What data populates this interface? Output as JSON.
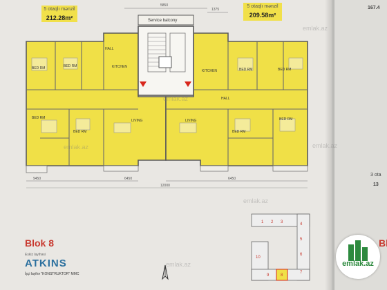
{
  "left_unit": {
    "class": "5 otaqlı mənzil",
    "area": "212.28m²"
  },
  "right_unit": {
    "class": "5 otaqlı mənzil",
    "area": "209.58m²"
  },
  "service_balcony": "Service balcony",
  "rooms": [
    "BED RM",
    "BED RM",
    "KITCHEN",
    "HALL",
    "HALL",
    "KITCHEN",
    "BED RM",
    "BED RM",
    "BED RM",
    "BED RM",
    "LIVING",
    "LIVING",
    "BED RM",
    "BED RM"
  ],
  "dims": [
    "5850",
    "1375",
    "9450",
    "6450",
    "6450",
    "12000"
  ],
  "title": "Blok 8",
  "elaborated_by": "Eskiz layihəsi",
  "firm": "ATKINS",
  "developer": "İşçi layihə \"KONSTRUKTOR\" MMC",
  "watermarks": [
    "emlak.az",
    "emlak.az",
    "emlak.az",
    "emlak.az",
    "emlak.az",
    "emlak.az"
  ],
  "right_page": {
    "top_area": "167.4",
    "mid_class": "3 ota",
    "mid_area": "13",
    "partial_title": "Bl"
  },
  "keyplan_numbers": [
    "1",
    "2",
    "3",
    "4",
    "5",
    "6",
    "7",
    "8",
    "9",
    "10"
  ],
  "logo": "emlak.az",
  "colors": {
    "unit_fill": "#f0e047",
    "wall": "#5a5a5a",
    "title": "#c8382e",
    "firm": "#2a6f9e",
    "logo": "#2d8a3e"
  }
}
